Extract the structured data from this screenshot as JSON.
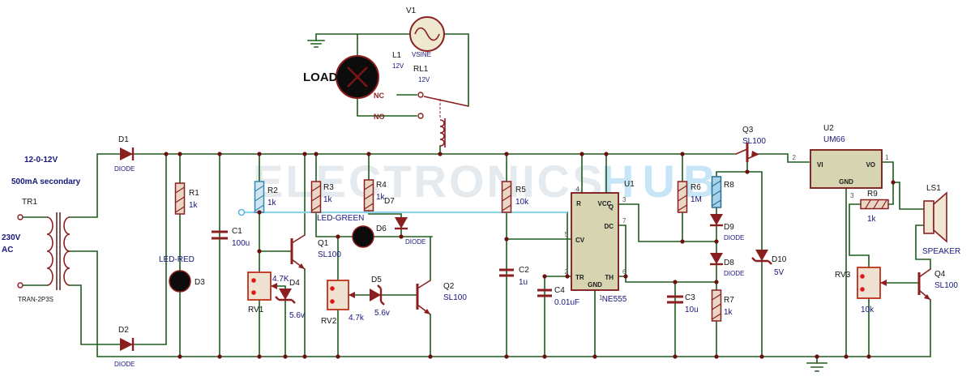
{
  "watermark": {
    "word1": "ELECTRONICS",
    "word2": "HUB"
  },
  "colors": {
    "wire": "#1d5c1d",
    "component": "#8b1f1f",
    "value_text": "#17177c",
    "highlight": "#8fd2ec",
    "ic_fill": "#d7d4b2",
    "canvas": "#ffffff"
  },
  "c": {
    "v1": {
      "ref": "V1",
      "value": "VSINE"
    },
    "load": {
      "label": "LOAD"
    },
    "l1": {
      "ref": "L1",
      "value": "12V"
    },
    "rl1": {
      "ref": "RL1",
      "value": "12V",
      "nc": "NC",
      "no": "NO"
    },
    "tr1": {
      "ref": "TR1",
      "value": "TRAN-2P3S",
      "note1": "12-0-12V",
      "note2": "500mA secondary",
      "note3": "230V",
      "note4": "AC"
    },
    "d1": {
      "ref": "D1",
      "value": "DIODE"
    },
    "d2": {
      "ref": "D2",
      "value": "DIODE"
    },
    "r1": {
      "ref": "R1",
      "value": "1k"
    },
    "c1": {
      "ref": "C1",
      "value": "100u"
    },
    "d3": {
      "ref": "D3",
      "value": "LED-RED"
    },
    "r2": {
      "ref": "R2",
      "value": "1k"
    },
    "rv1": {
      "ref": "RV1",
      "value": "4.7K"
    },
    "d4": {
      "ref": "D4",
      "value": "5.6v"
    },
    "q1": {
      "ref": "Q1",
      "value": "SL100"
    },
    "r3": {
      "ref": "R3",
      "value": "1k"
    },
    "d6": {
      "ref": "D6",
      "value": "LED-GREEN"
    },
    "rv2": {
      "ref": "RV2",
      "value": "4.7k"
    },
    "d5": {
      "ref": "D5",
      "value": "5.6v"
    },
    "q2": {
      "ref": "Q2",
      "value": "SL100"
    },
    "r4": {
      "ref": "R4",
      "value": "1k"
    },
    "d7": {
      "ref": "D7",
      "value": "DIODE"
    },
    "r5": {
      "ref": "R5",
      "value": "10k"
    },
    "c2": {
      "ref": "C2",
      "value": "1u"
    },
    "c4": {
      "ref": "C4",
      "value": "0.01uF"
    },
    "u1": {
      "ref": "U1",
      "value": "NE555",
      "pins": {
        "r": "R",
        "vcc": "VCC",
        "q": "Q",
        "dc": "DC",
        "cv": "CV",
        "tr": "TR",
        "th": "TH",
        "gnd": "GND"
      },
      "nums": {
        "r": "4",
        "q": "3",
        "dc": "7",
        "cv": "5",
        "tr": "2",
        "th": "6",
        "gnd": "1"
      }
    },
    "r6": {
      "ref": "R6",
      "value": "1M"
    },
    "r8": {
      "ref": "R8"
    },
    "d9": {
      "ref": "D9",
      "value": "DIODE"
    },
    "d8": {
      "ref": "D8",
      "value": "DIODE"
    },
    "c3": {
      "ref": "C3",
      "value": "10u"
    },
    "r7": {
      "ref": "R7",
      "value": "1k"
    },
    "d10": {
      "ref": "D10",
      "value": "5V"
    },
    "q3": {
      "ref": "Q3",
      "value": "SL100"
    },
    "u2": {
      "ref": "U2",
      "value": "UM66",
      "pins": {
        "vi": "VI",
        "vo": "VO",
        "gnd": "GND"
      },
      "nums": {
        "vi": "2",
        "vo": "1",
        "gnd": "3"
      }
    },
    "r9": {
      "ref": "R9",
      "value": "1k"
    },
    "ls1": {
      "ref": "LS1",
      "value": "SPEAKER"
    },
    "rv3": {
      "ref": "RV3",
      "value": "10k"
    },
    "q4": {
      "ref": "Q4",
      "value": "SL100"
    }
  }
}
